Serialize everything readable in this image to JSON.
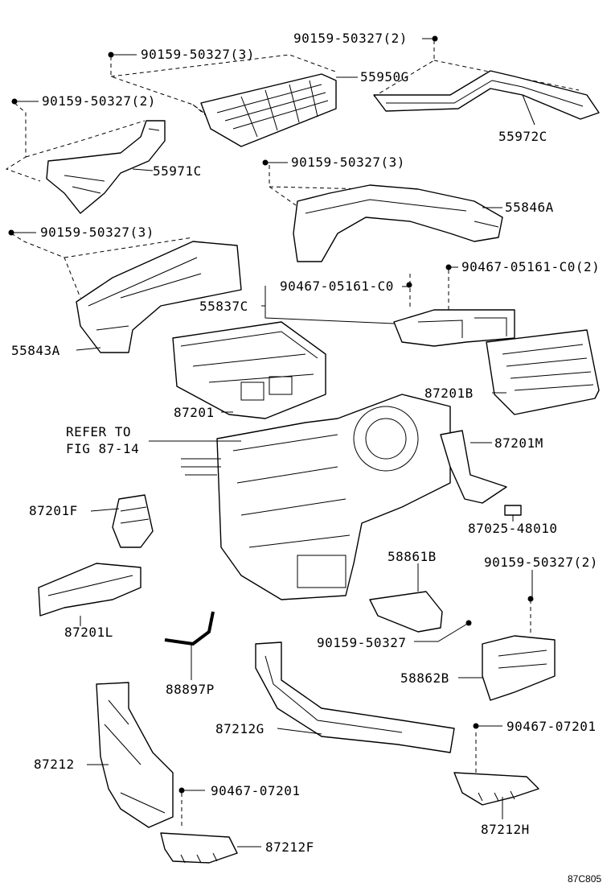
{
  "labels": {
    "l_90159_3a": "90159-50327(3)",
    "l_90159_2a": "90159-50327(2)",
    "l_55950g": "55950G",
    "l_90159_2b": "90159-50327(2)",
    "l_55972c": "55972C",
    "l_55971c": "55971C",
    "l_90159_3b": "90159-50327(3)",
    "l_55846a": "55846A",
    "l_90159_3c": "90159-50327(3)",
    "l_90467_2": "90467-05161-C0(2)",
    "l_90467_1": "90467-05161-C0",
    "l_55837c": "55837C",
    "l_55843a": "55843A",
    "l_87201b": "87201B",
    "l_87201": "87201",
    "l_refer1": "REFER TO",
    "l_refer2": "FIG 87-14",
    "l_87201m": "87201M",
    "l_87201f": "87201F",
    "l_87025": "87025-48010",
    "l_58861b": "58861B",
    "l_90159_2c": "90159-50327(2)",
    "l_87201l": "87201L",
    "l_90159_single": "90159-50327",
    "l_58862b": "58862B",
    "l_88897p": "88897P",
    "l_87212g": "87212G",
    "l_90467_07201a": "90467-07201",
    "l_87212": "87212",
    "l_90467_07201b": "90467-07201",
    "l_87212h": "87212H",
    "l_87212f": "87212F",
    "l_code": "87C805"
  }
}
